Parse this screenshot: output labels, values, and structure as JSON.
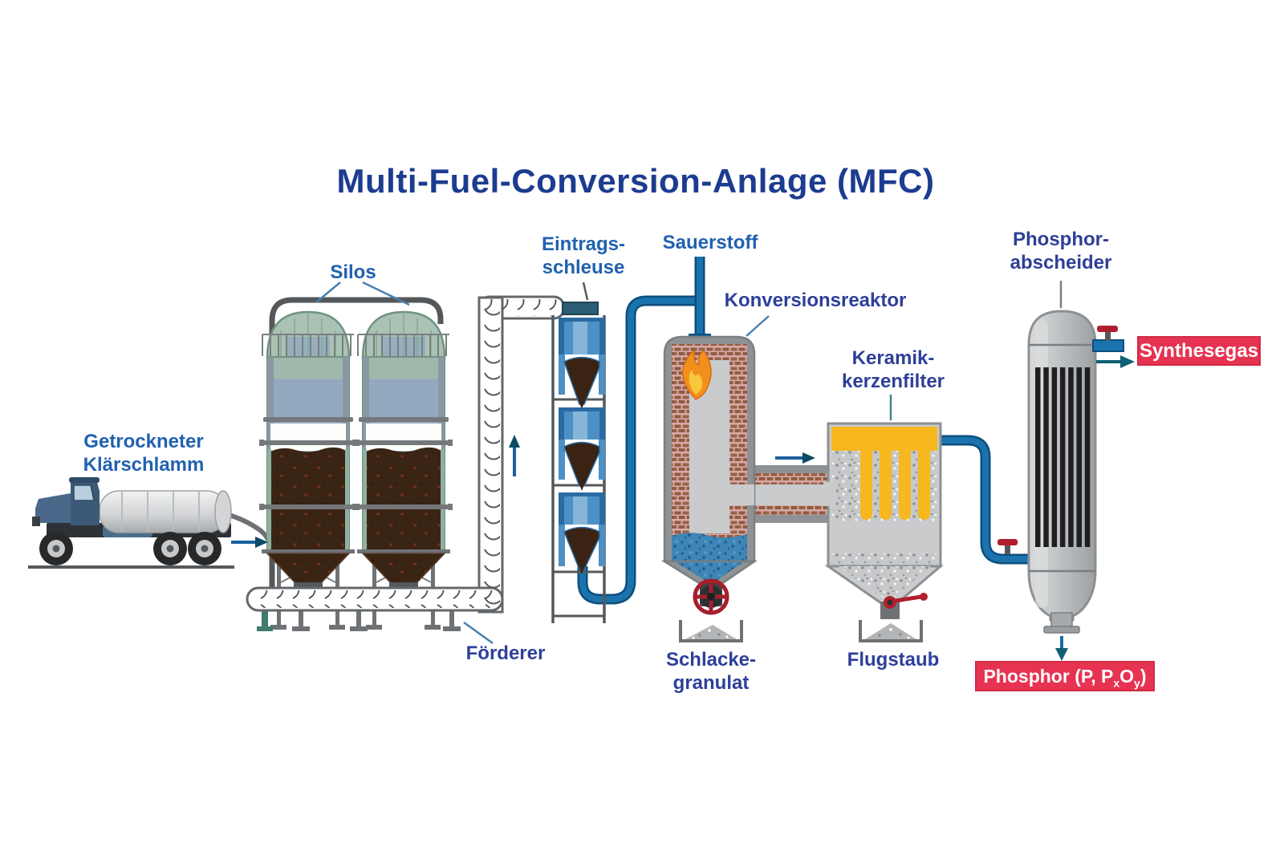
{
  "title": "Multi-Fuel-Conversion-Anlage (MFC)",
  "labels": {
    "truck": {
      "line1": "Getrockneter",
      "line2": "Klärschlamm"
    },
    "silos": "Silos",
    "eintragsschleuse": {
      "line1": "Eintrags-",
      "line2": "schleuse"
    },
    "sauerstoff": "Sauerstoff",
    "konversionsreaktor": "Konversionsreaktor",
    "keramikkerzenfilter": {
      "line1": "Keramik-",
      "line2": "kerzenfilter"
    },
    "phosphorabscheider": {
      "line1": "Phosphor-",
      "line2": "abscheider"
    },
    "foerderer": "Förderer",
    "schlackegranulat": {
      "line1": "Schlacke-",
      "line2": "granulat"
    },
    "flugstaub": "Flugstaub"
  },
  "badges": {
    "synthesegas": "Synthesegas",
    "phosphor": {
      "prefix": "Phosphor (P, P",
      "sub_x": "x",
      "mid": "O",
      "sub_y": "y",
      "suffix": ")"
    }
  },
  "colors": {
    "title_text": "#1c3c90",
    "label_blue": "#2161b0",
    "label_indigo": "#2e3f99",
    "badge_background": "#e73352",
    "badge_text": "#ffffff",
    "pipe_blue": "#1a73ad",
    "candle_yellow": "#f6b71f",
    "flame_orange": "#f2901e",
    "valve_red": "#b01f2e",
    "brick_red": "#8e5c41",
    "water_blue": "#3e86b8",
    "sludge_brown": "#3a2414"
  }
}
